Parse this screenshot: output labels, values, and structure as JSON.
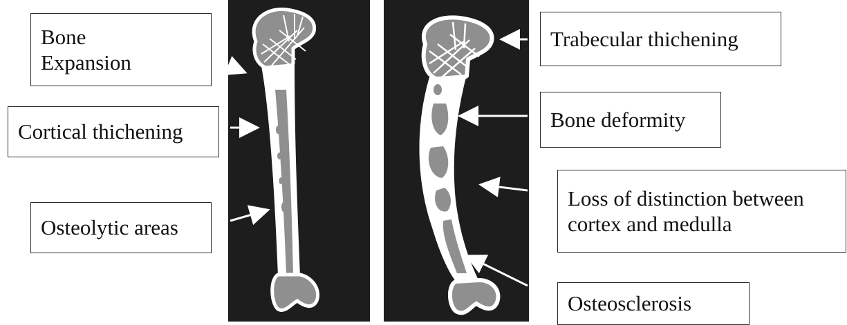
{
  "colors": {
    "panel_background": "#1d1d1d",
    "bone_outline": "#ffffff",
    "medulla_gray": "#8f8f8f",
    "label_border": "#2a2a2a",
    "arrow": "#ffffff"
  },
  "left_bone": {
    "labels": {
      "bone_expansion_line1": "Bone",
      "bone_expansion_line2": "Expansion",
      "cortical_thickening": "Cortical thichening",
      "osteolytic_areas": "Osteolytic areas"
    }
  },
  "right_bone": {
    "labels": {
      "trabecular_thickening": "Trabecular thichening",
      "bone_deformity": "Bone deformity",
      "loss_distinction_line1": "Loss of distinction between",
      "loss_distinction_line2": "cortex and medulla",
      "osteosclerosis": "Osteosclerosis"
    }
  }
}
